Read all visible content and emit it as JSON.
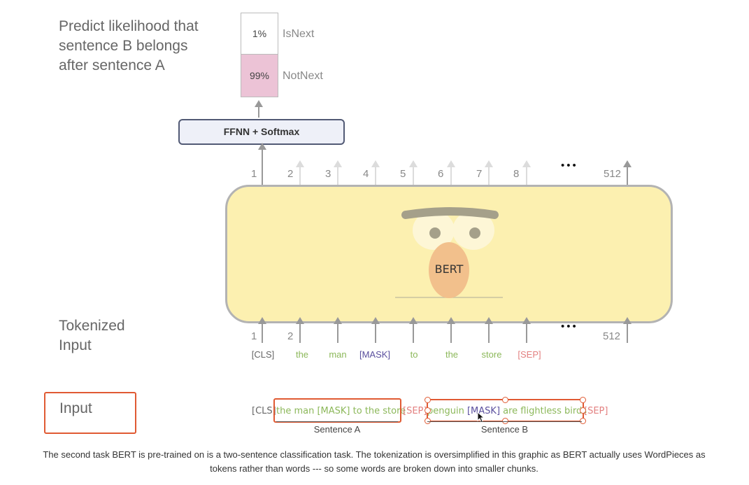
{
  "headings": {
    "predict": "Predict likelihood that sentence B belongs after sentence A",
    "tokenized": "Tokenized Input",
    "input": "Input"
  },
  "prediction": {
    "isnext_pct": "1%",
    "isnext_label": "IsNext",
    "notnext_pct": "99%",
    "notnext_label": "NotNext"
  },
  "ffnn_label": "FFNN + Softmax",
  "bert_label": "BERT",
  "output_positions": [
    "1",
    "2",
    "3",
    "4",
    "5",
    "6",
    "7",
    "8",
    "512"
  ],
  "input_positions": [
    "1",
    "2",
    "512"
  ],
  "ellipsis": "•••",
  "tokens": [
    "[CLS]",
    "the",
    "man",
    "[MASK]",
    "to",
    "the",
    "store",
    "[SEP]"
  ],
  "input_sentence": {
    "cls": "[CLS]",
    "sentence_a": "the man [MASK] to the store",
    "sep1": "[SEP]",
    "sentence_b_1": "penguin",
    "sentence_b_mask": "[MASK]",
    "sentence_b_2": "are flightless birds",
    "sep2": "[SEP]"
  },
  "sentence_labels": {
    "a": "Sentence A",
    "b": "Sentence B"
  },
  "caption": "The second task BERT is pre-trained on is a two-sentence classification task. The tokenization is oversimplified in this graphic as BERT actually uses WordPieces as tokens rather than words --- so some words are broken down into smaller chunks.",
  "colors": {
    "bert_fill": "#fcf0b0",
    "notnext_fill": "#ecc3d6",
    "selection": "#e05a33",
    "green_token": "#8cb85a",
    "purple_token": "#5a4f9e",
    "red_token": "#e38080"
  }
}
